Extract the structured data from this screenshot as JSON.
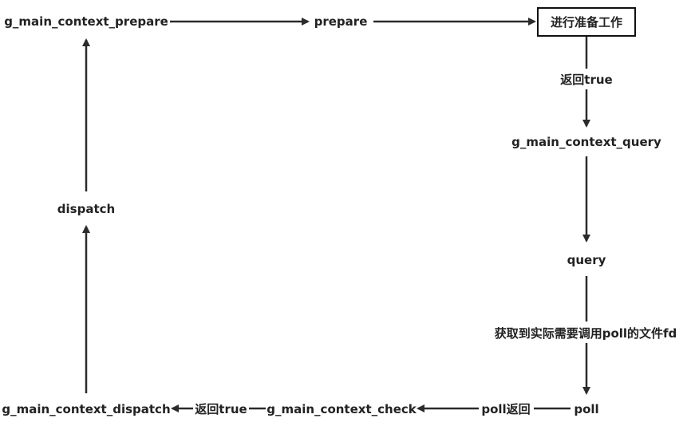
{
  "nodes": {
    "g_main_context_prepare": "g_main_context_prepare",
    "prepare": "prepare",
    "prep_work": "进行准备工作",
    "g_main_context_query": "g_main_context_query",
    "query": "query",
    "poll": "poll",
    "g_main_context_check": "g_main_context_check",
    "g_main_context_dispatch": "g_main_context_dispatch",
    "dispatch": "dispatch"
  },
  "edge_labels": {
    "prep_to_query": "返回true",
    "query_to_poll": "获取到实际需要调用poll的文件fd",
    "poll_to_check": "poll返回",
    "check_to_dispatch": "返回true"
  }
}
